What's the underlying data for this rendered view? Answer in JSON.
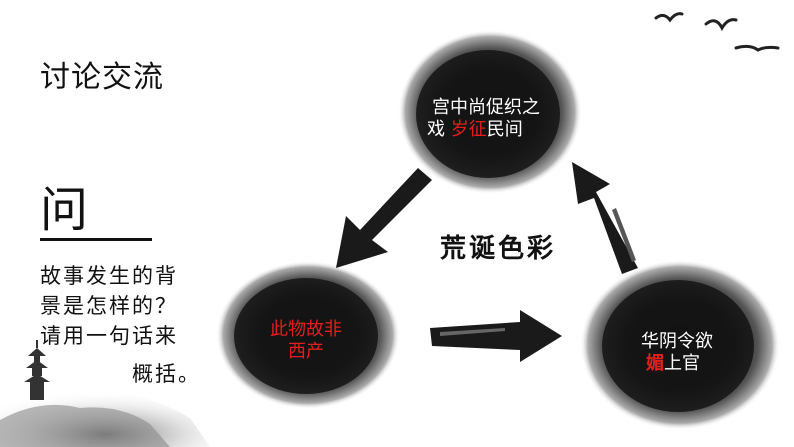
{
  "title": "讨论交流",
  "question": {
    "char": "问",
    "lines": [
      "故事发生的背",
      "景是怎样的？",
      "请用一句话来",
      "概括。"
    ]
  },
  "center_label": "荒诞色彩",
  "nodes": [
    {
      "line1": "宫中尚促织之",
      "line2_a": "戏 ",
      "line2_red": "岁征",
      "line2_b": "民间"
    },
    {
      "line1": "此物故非",
      "line2": "西产"
    },
    {
      "line1": "华阴令欲",
      "line2_red": "媚",
      "line2_b": "上官"
    }
  ],
  "colors": {
    "ink": "#1a1a1a",
    "accent_red": "#e0201d",
    "node_text": "#ffffff"
  }
}
